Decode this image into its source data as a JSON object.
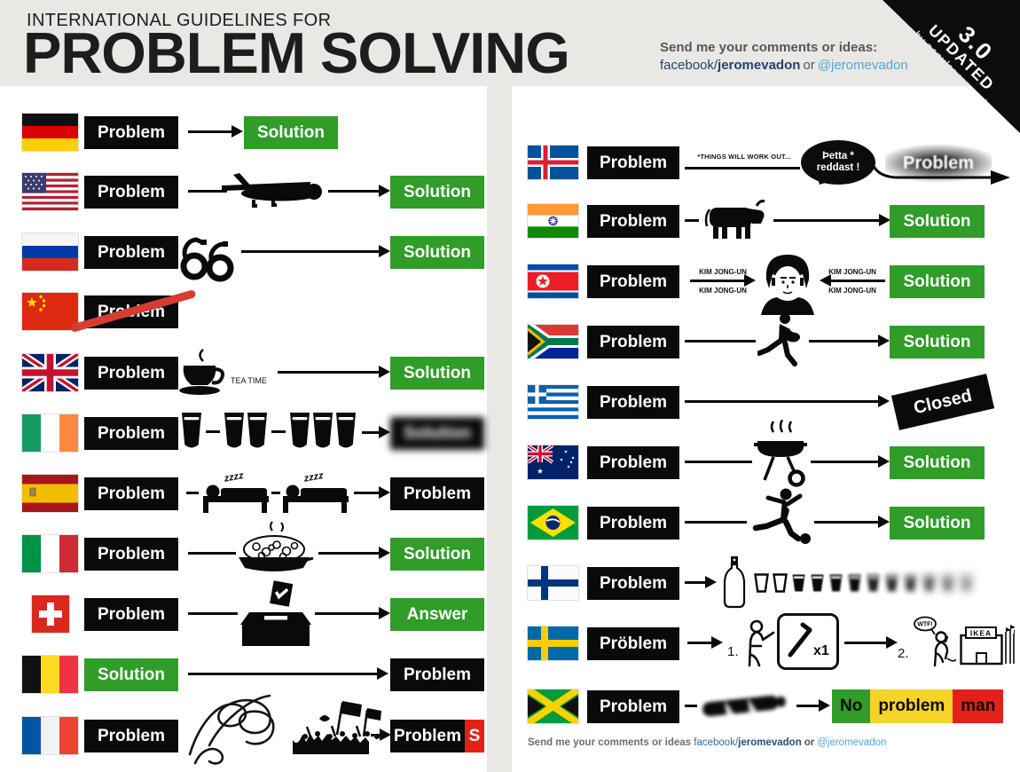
{
  "header": {
    "suptitle": "INTERNATIONAL GUIDELINES FOR",
    "title": "PROBLEM SOLVING",
    "contact": {
      "line1": "Send me your comments or ideas:",
      "facebook_prefix": "facebook/",
      "facebook_user": "jeromevadon",
      "separator": "or",
      "twitter_handle": "@jeromevadon"
    }
  },
  "badge": {
    "version": "3.0",
    "line2": "UPDATED",
    "line3": "by popular request"
  },
  "colors": {
    "solution_green": "#2f9d27",
    "problem_black": "#0a0a0a",
    "accent_red": "#e32119",
    "jamaica_yellow": "#f5d327",
    "facebook_navy": "#1d4373",
    "twitter_blue": "#4da7dc",
    "band_gray": "#e9e8e5"
  },
  "left_rows": [
    {
      "country": "Germany",
      "flag": "germany-flag",
      "start": "Problem",
      "end": "Solution"
    },
    {
      "country": "United States",
      "flag": "usa-flag",
      "icon": "drone-icon",
      "start": "Problem",
      "end": "Solution"
    },
    {
      "country": "Russia",
      "flag": "russia-flag",
      "icon": "handcuffs-icon",
      "start": "Problem",
      "end": "Solution"
    },
    {
      "country": "China",
      "flag": "china-flag",
      "start": "Problem",
      "note": "crossed-out"
    },
    {
      "country": "United Kingdom",
      "flag": "uk-flag",
      "icon": "teacup-icon",
      "icon_label": "TEA TIME",
      "start": "Problem",
      "end": "Solution"
    },
    {
      "country": "Ireland",
      "flag": "ireland-flag",
      "icon": "beer-pints-icon",
      "start": "Problem",
      "end": "Solution",
      "end_blurred": true
    },
    {
      "country": "Spain",
      "flag": "spain-flag",
      "icon": "siesta-bed-icon",
      "zzz": "zzzz",
      "start": "Problem",
      "end": "Problem"
    },
    {
      "country": "Italy",
      "flag": "italy-flag",
      "icon": "spaghetti-icon",
      "start": "Problem",
      "end": "Solution"
    },
    {
      "country": "Switzerland",
      "flag": "switzerland-flag",
      "icon": "ballot-box-icon",
      "start": "Problem",
      "end": "Answer"
    },
    {
      "country": "Belgium",
      "flag": "belgium-flag",
      "start": "Solution",
      "end": "Problem"
    },
    {
      "country": "France",
      "flag": "france-flag",
      "icon": "tangle-and-protest-icon",
      "start": "Problem",
      "end": "Problem",
      "end_suffix": "S"
    }
  ],
  "right_rows": [
    {
      "country": "Iceland",
      "flag": "iceland-flag",
      "start": "Problem",
      "note": "*THINGS WILL WORK OUT...",
      "bubble_line1": "Þetta *",
      "bubble_line2": "reddast !",
      "end": "Problem",
      "end_blurred": true
    },
    {
      "country": "India",
      "flag": "india-flag",
      "icon": "sacred-cow-icon",
      "start": "Problem",
      "end": "Solution"
    },
    {
      "country": "North Korea",
      "flag": "north-korea-flag",
      "icon": "kim-jong-un-portrait-icon",
      "arrow_label": "KIM JONG-UN",
      "start": "Problem",
      "end": "Solution"
    },
    {
      "country": "South Africa",
      "flag": "south-africa-flag",
      "icon": "rugby-player-icon",
      "start": "Problem",
      "end": "Solution"
    },
    {
      "country": "Greece",
      "flag": "greece-flag",
      "start": "Problem",
      "end": "Closed"
    },
    {
      "country": "Australia",
      "flag": "australia-flag",
      "icon": "barbecue-icon",
      "start": "Problem",
      "end": "Solution"
    },
    {
      "country": "Brazil",
      "flag": "brazil-flag",
      "icon": "football-player-icon",
      "start": "Problem",
      "end": "Solution"
    },
    {
      "country": "Finland",
      "flag": "finland-flag",
      "icon": "vodka-bottle-and-shots-icon",
      "start": "Problem"
    },
    {
      "country": "Sweden",
      "flag": "sweden-flag",
      "icon": "ikea-assembly-icon",
      "start": "Pröblem",
      "step1": "1.",
      "allen_qty": "x1",
      "step2": "2.",
      "wtf": "WTF!",
      "store": "IKEA"
    },
    {
      "country": "Jamaica",
      "flag": "jamaica-flag",
      "icon": "spliff-icon",
      "start": "Problem",
      "end_no": "No",
      "end_problem": "problem",
      "end_man": "man"
    }
  ],
  "footer": {
    "line": "Send me your comments or ideas",
    "facebook_prefix": "facebook/",
    "facebook_user": "jeromevadon",
    "separator": "or",
    "twitter_handle": "@jeromevadon"
  }
}
